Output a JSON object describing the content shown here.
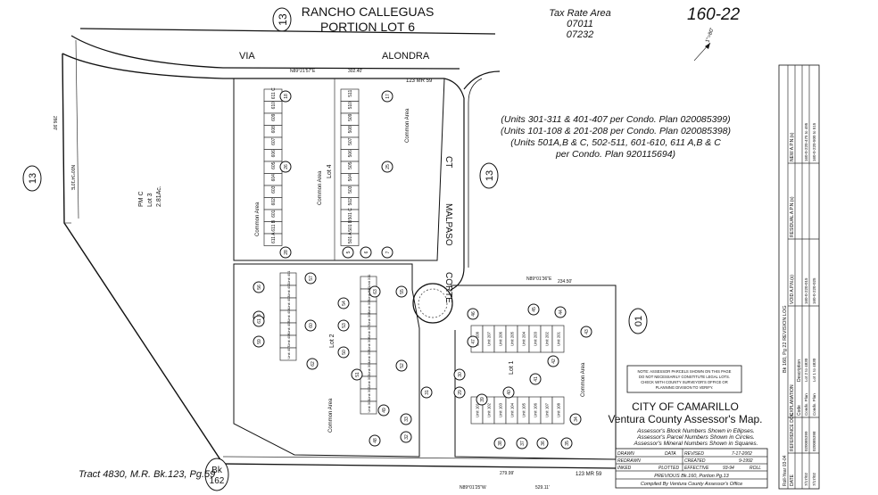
{
  "header": {
    "rancho_title_1": "RANCHO CALLEGUAS",
    "rancho_title_2": "PORTION LOT 6",
    "tax_rate_label": "Tax Rate Area",
    "tax_rate_codes": [
      "07011",
      "07232"
    ],
    "page_number": "160-22",
    "header_block": "13"
  },
  "streets": {
    "via": "VIA",
    "alondra": "ALONDRA",
    "malpaso": "MALPASO",
    "ct": "CT",
    "corte": "CORTE"
  },
  "notes": {
    "units_lines": [
      "(Units 301-311 & 401-407 per Condo. Plan 020085399)",
      "(Units 101-108 & 201-208 per Condo. Plan 020085398)",
      "(Units 501A,B & C, 502-511, 601-610, 611 A,B & C",
      "per Condo. Plan 920115694)"
    ],
    "disclaimer": [
      "NOTE: ASSESSOR PARCELS SHOWN ON THIS PAGE",
      "DO NOT NECESSARILY CONSTITUTE LEGAL LOTS.",
      "CHECK WITH COUNTY SURVEYOR'S OFFICE OR",
      "PLANNING DIVISION TO VERIFY."
    ]
  },
  "title_block": {
    "city": "CITY OF CAMARILLO",
    "assessor": "Ventura County Assessor's Map.",
    "legend_lines": [
      "Assessor's Block Numbers Shown in Ellipses.",
      "Assessor's Parcel Numbers Shown in Circles.",
      "Assessor's Mineral Numbers Shown in Squares."
    ],
    "table": {
      "drawn": "DRAWN",
      "data": "DATA",
      "revised": "REVISED",
      "revised_val": "7-17-2002",
      "redrawn": "REDRAWN",
      "created": "CREATED",
      "created_val": "9-1992",
      "inked": "INKED",
      "plotted": "PLOTTED",
      "effective": "EFFECTIVE",
      "effective_val": "93-94",
      "roll": "ROLL",
      "previous": "PREVIOUS Bk.160, Portion Pg.13",
      "compiled": "Compiled By Ventura County Assessor's Office"
    }
  },
  "tract": "Tract 4830, M.R. Bk.123, Pg.59",
  "book_label": [
    "Bk",
    "162"
  ],
  "block_numbers": [
    "13",
    "13",
    "13",
    "01"
  ],
  "lots": {
    "lot4": "Lot 4",
    "lot2": "Lot 2",
    "lot1": "Lot 1",
    "lot3": "Lot 3",
    "acreage": "2.81Ac.",
    "common_area": "Common Area",
    "pm": "PM C"
  },
  "units_lot4_left": [
    "611 C",
    "610",
    "609",
    "608",
    "607",
    "606",
    "605",
    "604",
    "603",
    "602",
    "601",
    "611 B",
    "611 A"
  ],
  "units_lot4_right": [
    "511",
    "510",
    "509",
    "508",
    "507",
    "506",
    "505",
    "504",
    "503",
    "502",
    "501 C",
    "501 B",
    "501 A"
  ],
  "units_lot2_left": [
    "Unit 401",
    "Unit 402",
    "Unit 403",
    "Unit 404",
    "Unit 405",
    "Unit 406",
    "Unit 407"
  ],
  "units_lot2_right": [
    "Unit 311",
    "Unit 310",
    "Unit 309",
    "Unit 308",
    "Unit 307",
    "Unit 306",
    "Unit 305",
    "Unit 304",
    "Unit 303",
    "Unit 302",
    "Unit 301"
  ],
  "units_lot1_top": [
    "Unit 208",
    "Unit 207",
    "Unit 206",
    "Unit 205",
    "Unit 204",
    "Unit 203",
    "Unit 202",
    "Unit 201"
  ],
  "units_lot1_bot": [
    "Unit 101",
    "Unit 102",
    "Unit 103",
    "Unit 104",
    "Unit 105",
    "Unit 106",
    "Unit 107",
    "Unit 108"
  ],
  "parcel_circles": [
    "18",
    "17",
    "26",
    "25",
    "28",
    "5",
    "6",
    "7",
    "56",
    "57",
    "55",
    "58",
    "59",
    "60",
    "61",
    "62",
    "63",
    "54",
    "53",
    "50",
    "51",
    "52",
    "49",
    "48",
    "47",
    "46",
    "45",
    "44",
    "43",
    "42",
    "41",
    "40",
    "39",
    "38",
    "37",
    "36",
    "35",
    "34",
    "33",
    "32",
    "31",
    "30",
    "29"
  ],
  "scale_note": "1\"=80'",
  "revision_log": {
    "title": "Bk 160, Pg 22 REVISION LOG",
    "headers": [
      "DATE",
      "REFERENCE DOC",
      "EXPLANATION",
      "VOID A.P.N.(s)",
      "RESIDUAL A.P.N.(s)",
      "NEW A.P.N.(s)"
    ],
    "sub": [
      "Code",
      "Description"
    ],
    "rows": [
      [
        "7/17/02",
        "020085399",
        "Condo. Plan",
        "Lot 2 to 4830",
        "160-0-220-015",
        "160-0-220-475 to 495"
      ],
      [
        "7/17/02",
        "020085398",
        "Condo. Plan",
        "Lot 1 to 4830",
        "160-0-220-025",
        "160-0-220-500 to 515"
      ]
    ],
    "roll_year": "Roll-Year 03-04"
  },
  "bearings": [
    "N89°21'57\"E",
    "302.40'",
    "123 MR 59",
    "N89°01'36\"E",
    "234.50'",
    "N89°01'25\"W",
    "279.99'",
    "529.11'",
    "123 MR 59"
  ]
}
